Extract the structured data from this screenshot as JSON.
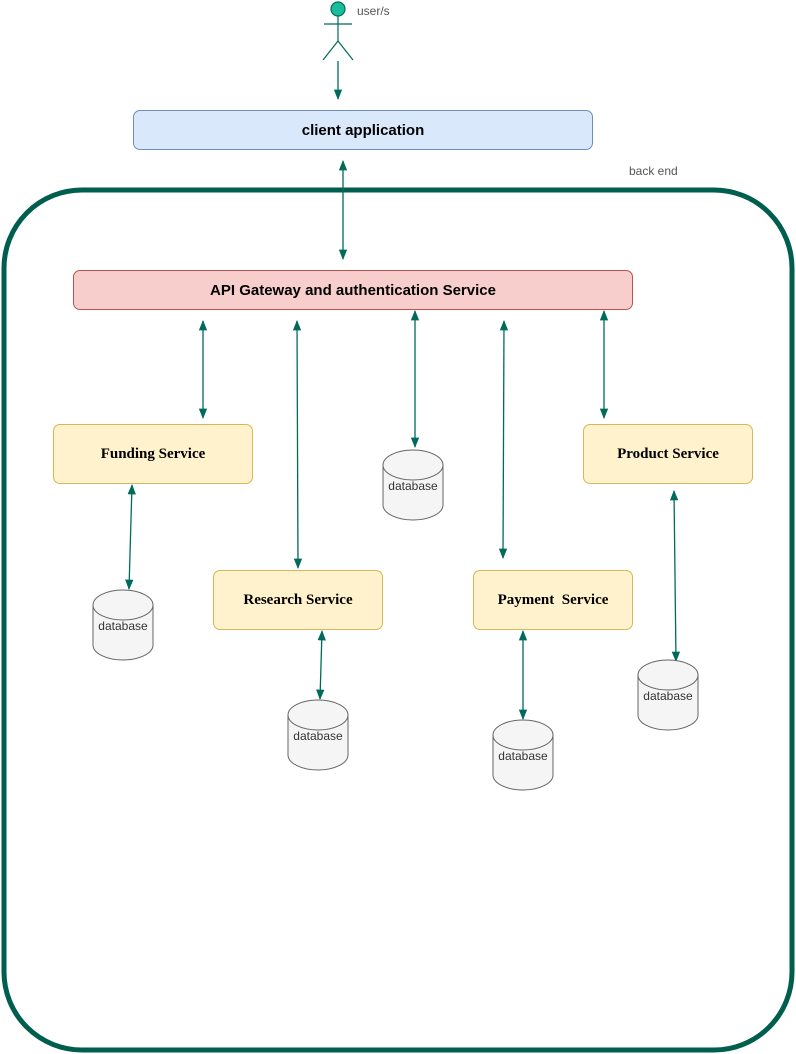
{
  "actor": {
    "label": "user/s"
  },
  "client": {
    "label": "client application"
  },
  "backend": {
    "label": "back end"
  },
  "gateway": {
    "label": "API Gateway and authentication Service"
  },
  "services": {
    "funding": "Funding Service",
    "research": "Research Service",
    "payment": "Payment  Service",
    "product": "Product Service"
  },
  "databases": {
    "gateway_db": "database",
    "funding_db": "database",
    "research_db": "database",
    "payment_db": "database",
    "product_db": "database"
  },
  "colors": {
    "connector": "#006b5b",
    "backend_border": "#005e4f",
    "actor_fill": "#1abc9c",
    "client_fill": "#dae8fc",
    "gateway_fill": "#f8cecc",
    "service_fill": "#fff2cc",
    "database_fill": "#f5f5f5"
  }
}
